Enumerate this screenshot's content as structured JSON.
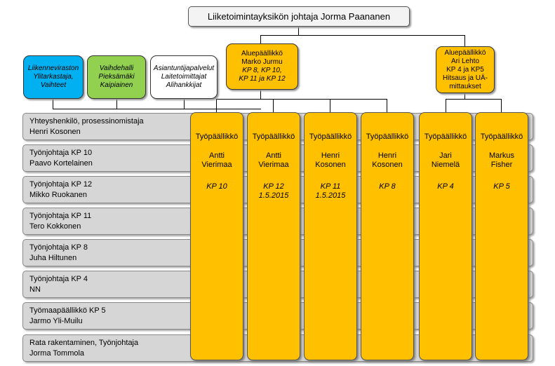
{
  "top": {
    "label": "Liiketoimintayksikön johtaja Jorma Paananen"
  },
  "side_boxes": [
    {
      "id": "liikennevirasto",
      "lines": [
        "Liikenneviraston",
        "Ylitarkastaja,",
        "Vaihteet"
      ],
      "color": "#00b0f0"
    },
    {
      "id": "vaihdehalli",
      "lines": [
        "Vaihdehalli",
        "Pieksämäki",
        "Kaipiainen"
      ],
      "color": "#92d050"
    },
    {
      "id": "asiantuntija",
      "lines": [
        "Asiantuntijapalvelut",
        "Laitetoimittajat",
        "Alihankkijat"
      ],
      "color": "#ffffff"
    }
  ],
  "area_managers": [
    {
      "id": "jurmu",
      "lines": [
        "Aluepäällikkö",
        "Marko Jurmu",
        "KP 8, KP 10,",
        "KP 11 ja KP 12"
      ],
      "italic_from": 2
    },
    {
      "id": "lehto",
      "lines": [
        "Aluepäällikkö",
        "Ari Lehto",
        "KP 4 ja KP5",
        "Hitsaus ja UÄ-",
        "mittaukset"
      ],
      "italic_from": 99
    }
  ],
  "rows": [
    {
      "line1": "Yhteyshenkilö, prosessinomistaja",
      "line2": "Henri Kosonen"
    },
    {
      "line1": "Työnjohtaja KP 10",
      "line2": "Paavo Kortelainen"
    },
    {
      "line1": "Työnjohtaja KP 12",
      "line2": "Mikko Ruokanen"
    },
    {
      "line1": "Työnjohtaja KP 11",
      "line2": "Tero Kokkonen"
    },
    {
      "line1": "Työnjohtaja KP 8",
      "line2": "Juha Hiltunen"
    },
    {
      "line1": "Työnjohtaja KP 4",
      "line2": "NN"
    },
    {
      "line1": "Työmaapäällikkö KP 5",
      "line2": "Jarmo Yli-Muilu"
    },
    {
      "line1": "Rata rakentaminen, Työnjohtaja",
      "line2": "Jorma Tommola"
    }
  ],
  "work_managers": [
    {
      "role": "Työpäällikkö",
      "name1": "Antti",
      "name2": "Vierimaa",
      "kp1": "KP 10",
      "kp2": ""
    },
    {
      "role": "Työpäällikkö",
      "name1": "Antti",
      "name2": "Vierimaa",
      "kp1": "KP 12",
      "kp2": "1.5.2015"
    },
    {
      "role": "Työpäällikkö",
      "name1": "Henri",
      "name2": "Kosonen",
      "kp1": "KP 11",
      "kp2": "1.5.2015"
    },
    {
      "role": "Työpäällikkö",
      "name1": "Henri",
      "name2": "Kosonen",
      "kp1": "KP 8",
      "kp2": ""
    },
    {
      "role": "Työpäällikkö",
      "name1": "Jari",
      "name2": "Niemelä",
      "kp1": "KP 4",
      "kp2": ""
    },
    {
      "role": "Työpäällikkö",
      "name1": "Markus",
      "name2": "Fisher",
      "kp1": "KP 5",
      "kp2": ""
    }
  ],
  "colors": {
    "accent": "#ffc000",
    "row_bg": "#d6d6d6",
    "top_bg": "#f3f3f3"
  }
}
